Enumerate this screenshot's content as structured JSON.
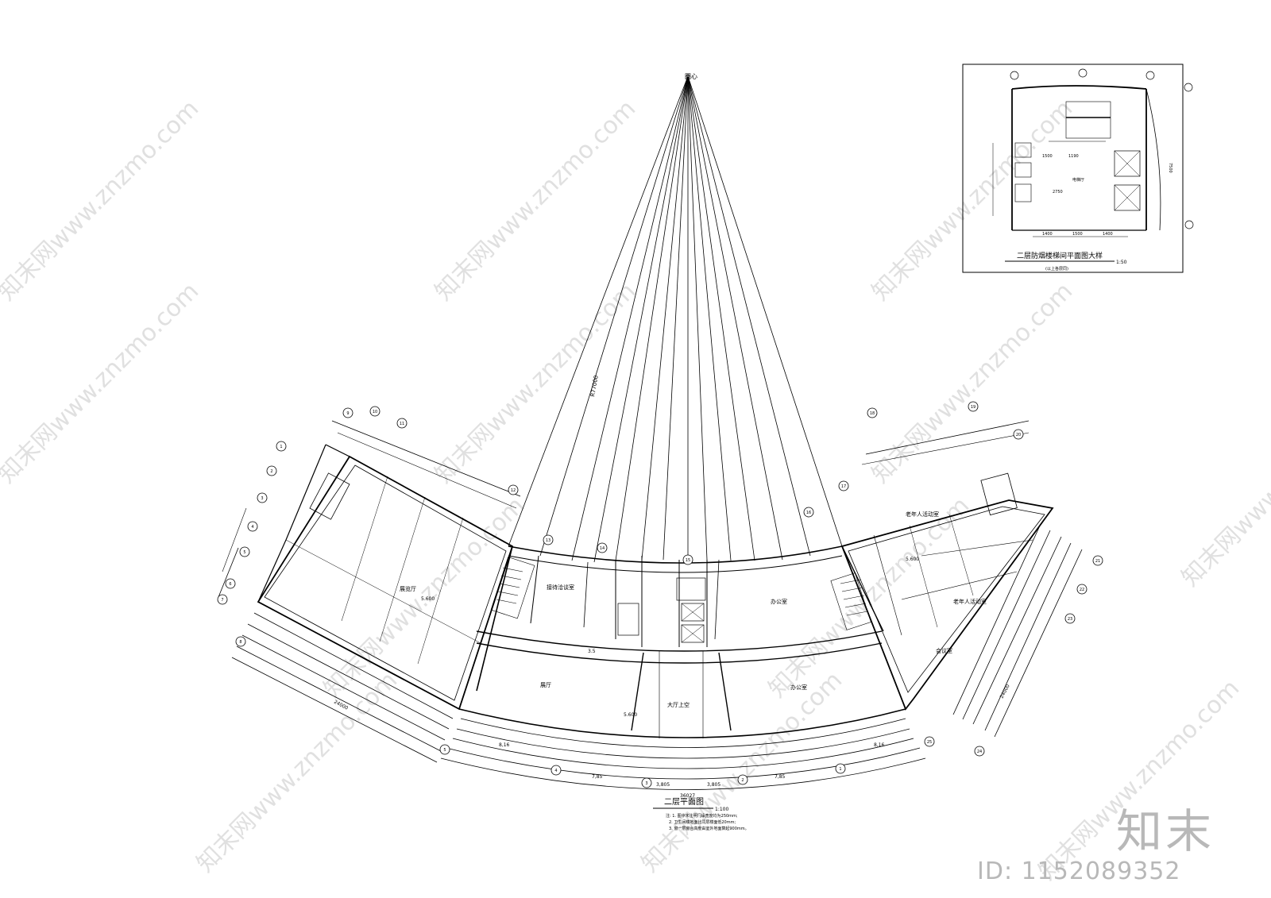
{
  "title_main": "二层平面图",
  "title_main_scale": "1:100",
  "title_detail": "二层防烟楼梯间平面图大样",
  "title_detail_scale": "1:50",
  "detail_subnote": "(以上各层同)",
  "origin_mark": "圆心",
  "radius_label": "R77000",
  "notes": [
    "注: 1. 图中未注明门垛宽度均为250mm;",
    "2. 卫生间楼地面比同层楼面低20mm;",
    "3. 窗一层窗台高度由室外地面算起900mm。"
  ],
  "rooms": {
    "left_wing": "展览厅",
    "left_office": "接待洽谈室",
    "center_left": "展厅",
    "center_hall": "大厅上空",
    "center_right": "办公室",
    "office_upper": "办公室",
    "right_wing_1": "老年人活动室",
    "right_wing_2": "老年人活动室",
    "right_wing_3": "会议室"
  },
  "dimensions": {
    "total_arc": "36027",
    "sub_1": "3,805",
    "sub_2": "3,805",
    "sub_3": "7,85",
    "sub_4": "7,85",
    "sub_5": "8,16",
    "sub_6": "8,16",
    "left_total": "24000",
    "right_total": "24000",
    "corridor_w": "3.5",
    "level_1": "5.600",
    "level_2": "5.600",
    "level_3": "5.600"
  },
  "detail_dims": {
    "d1": "1400",
    "d2": "1500",
    "d3": "1400",
    "d4": "2750",
    "d5": "1500",
    "d6": "1190",
    "d7": "7500",
    "room": "电梯厅"
  },
  "grid_labels": [
    "1",
    "2",
    "3",
    "4",
    "5",
    "6",
    "7",
    "8",
    "9",
    "10",
    "11",
    "12",
    "13",
    "14",
    "15",
    "16",
    "17",
    "18",
    "19",
    "20",
    "21",
    "22",
    "23",
    "24",
    "25"
  ],
  "watermark_text": "知末网www.znzmo.com",
  "brand_logo": "知末",
  "brand_id": "ID: 1152089352"
}
